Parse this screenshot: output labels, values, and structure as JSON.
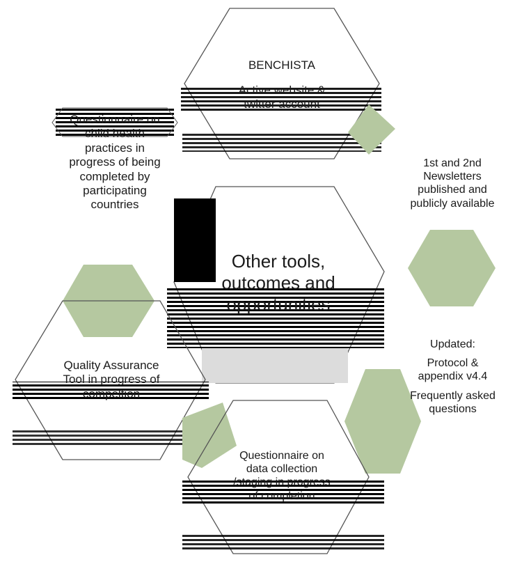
{
  "colors": {
    "hex_fill": "#b5c8a0",
    "outline": "#555555",
    "stripe": "#000000"
  },
  "center": {
    "lines": [
      "Other tools,",
      "outcomes and",
      "opportunities"
    ]
  },
  "top": {
    "title": "BENCHISTA",
    "lines": [
      "Active website &",
      "twitter account"
    ]
  },
  "left_upper": {
    "lines": [
      "Questionnaire on",
      "child health",
      "practices in",
      "progress of being",
      "completed by",
      "participating",
      "countries"
    ]
  },
  "right_upper": {
    "lines": [
      "1st and 2nd",
      "Newsletters",
      "published and",
      "publicly available"
    ]
  },
  "left_lower": {
    "lines": [
      "Quality Assurance",
      "Tool in progress of",
      "compeltion"
    ]
  },
  "right_lower": {
    "heading": "Updated:",
    "item1": [
      "Protocol &",
      "appendix v4.4"
    ],
    "item2": [
      "Frequently asked",
      "questions"
    ]
  },
  "bottom": {
    "lines": [
      "Questionnaire on",
      "data collection",
      "/staging in progress",
      "of completion"
    ]
  }
}
